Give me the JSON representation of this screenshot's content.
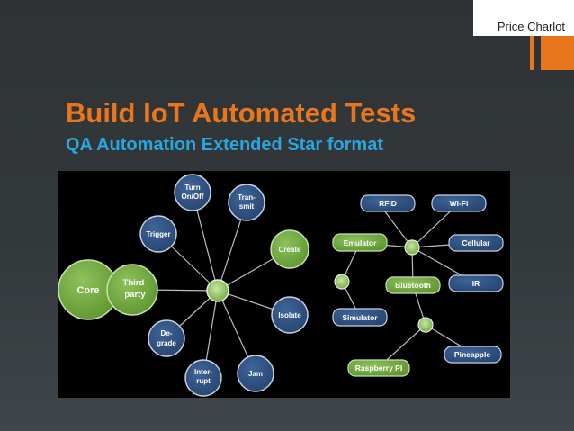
{
  "slide": {
    "author": "Price Charlot",
    "title": "Build IoT Automated Tests",
    "subtitle": "QA Automation Extended Star format"
  },
  "colors": {
    "background": "#33383b",
    "accent": "#e8761d",
    "subtitle": "#2aa6df",
    "green_node": "#6aa438",
    "blue_node": "#2e4f80"
  },
  "diagram": {
    "core": "Core",
    "third_party": [
      "Third-",
      "party"
    ],
    "trigger": "Trigger",
    "turn_onoff": [
      "Turn",
      "On/Off"
    ],
    "transmit": [
      "Tran-",
      "smit"
    ],
    "create": "Create",
    "isolate": "Isolate",
    "jam": "Jam",
    "interrupt": [
      "Inter-",
      "rupt"
    ],
    "degrade": [
      "De-",
      "grade"
    ],
    "emulator": "Emulator",
    "simulator": "Simulator",
    "rfid": "RFID",
    "wifi": "Wi-Fi",
    "cellular": "Cellular",
    "bluetooth": "Bluetooth",
    "ir": "IR",
    "pineapple": "Pineapple",
    "raspberry_pi": "Raspberry PI"
  }
}
